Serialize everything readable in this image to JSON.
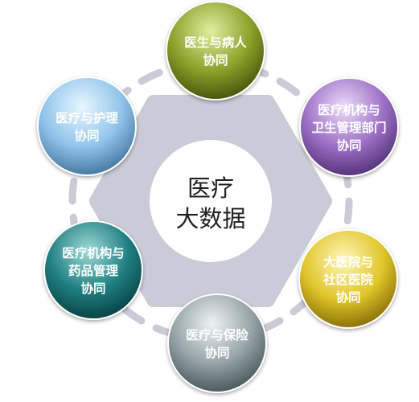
{
  "center": {
    "lines": [
      "医疗",
      "大数据"
    ]
  },
  "nodes": [
    {
      "id": "doctor-patient",
      "lines": [
        "医生与病人",
        "协同"
      ],
      "color": "#8aa12a",
      "highlight": "#dfeea0",
      "shadow": "#3d4a08",
      "text_color": "#ffffff"
    },
    {
      "id": "institution-health-dept",
      "lines": [
        "医疗机构与",
        "卫生管理部门",
        "协同"
      ],
      "color": "#9b6fc4",
      "highlight": "#ecdcfb",
      "shadow": "#4a2a6e",
      "text_color": "#1a1a1a"
    },
    {
      "id": "hospital-community",
      "lines": [
        "大医院与",
        "社区医院",
        "协同"
      ],
      "color": "#e0c52a",
      "highlight": "#fff7b8",
      "shadow": "#7d6400",
      "text_color": "#1a1a1a"
    },
    {
      "id": "medical-insurance",
      "lines": [
        "医疗与保险",
        "协同"
      ],
      "color": "#93a2a6",
      "highlight": "#eef3f4",
      "shadow": "#3f4e52",
      "text_color": "#ffffff"
    },
    {
      "id": "institution-drug-mgmt",
      "lines": [
        "医疗机构与",
        "药品管理",
        "协同"
      ],
      "color": "#1f7f80",
      "highlight": "#9fd9d8",
      "shadow": "#063a3b",
      "text_color": "#ffffff"
    },
    {
      "id": "medical-nursing",
      "lines": [
        "医疗与护理",
        "协同"
      ],
      "color": "#8fc4ea",
      "highlight": "#e9f6ff",
      "shadow": "#3b6e94",
      "text_color": "#1a1a1a"
    }
  ],
  "colors": {
    "hexagon": "#c9cbd6",
    "ring_dots": "#c9cbd6",
    "center_fill": "#ffffff"
  }
}
